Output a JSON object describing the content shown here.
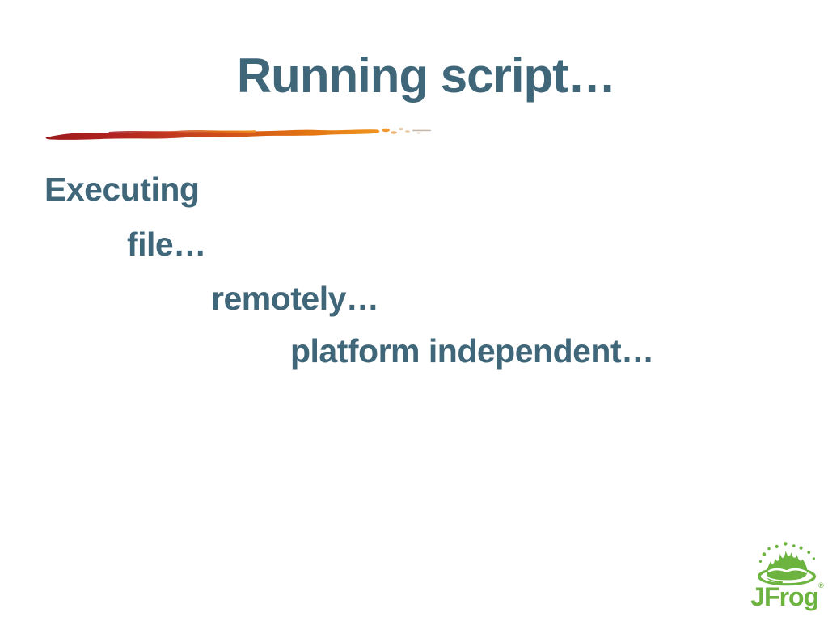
{
  "slide": {
    "title": "Running script…",
    "lines": [
      {
        "text": "Executing"
      },
      {
        "text": "file…"
      },
      {
        "text": "remotely…"
      },
      {
        "text": "platform independent…"
      }
    ],
    "logo": {
      "text": "JFrog",
      "registered": "®",
      "icon": "jfrog-splash-crown-icon"
    },
    "colors": {
      "background": "#FFFFFF",
      "ink": "#3F6779",
      "logo_green": "#6DB33F",
      "brush_stops": [
        "#9C1A1C",
        "#B3251F",
        "#CC4A1C",
        "#E27312",
        "#F0941E"
      ]
    }
  }
}
